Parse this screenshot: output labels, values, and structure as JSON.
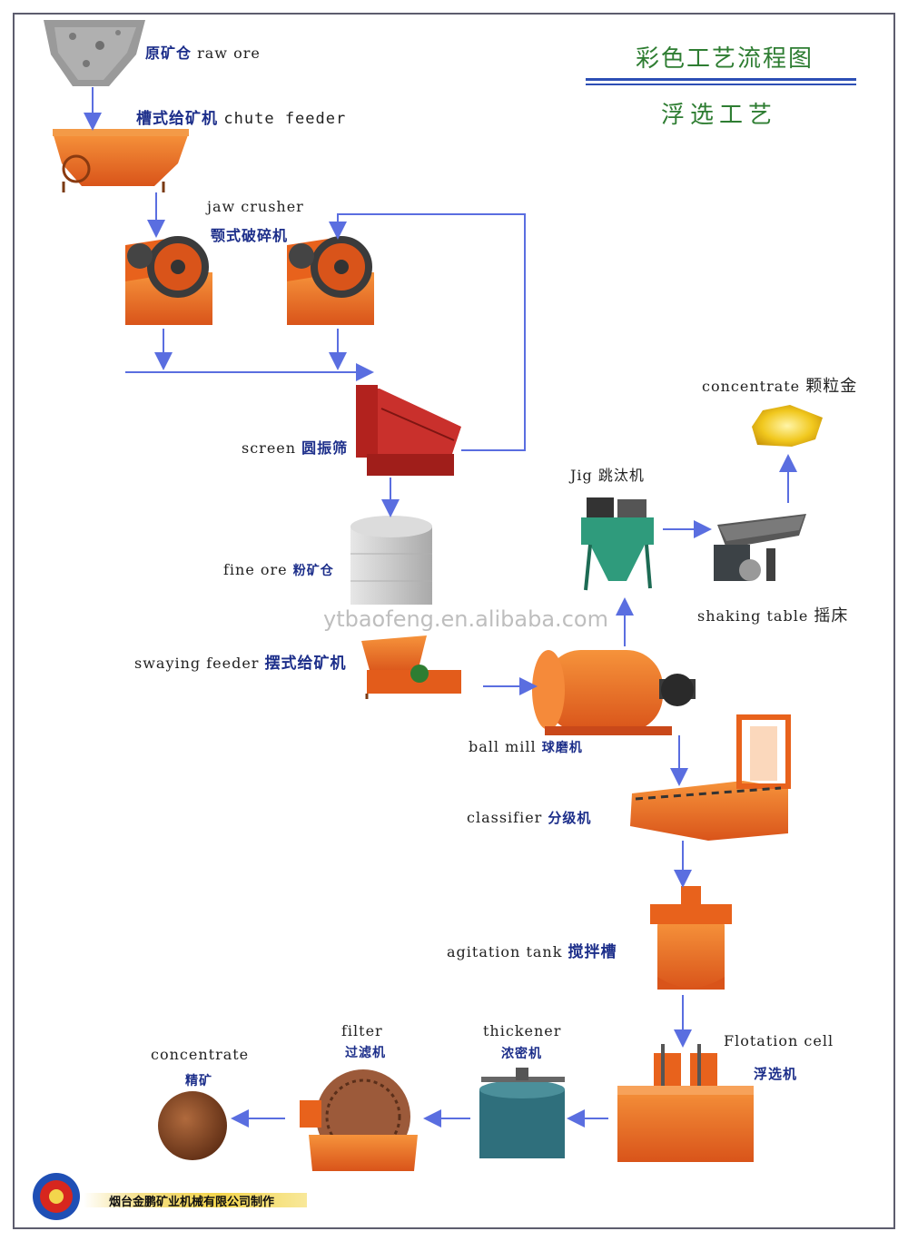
{
  "title": "彩色工艺流程图",
  "subtitle": "浮选工艺",
  "watermark": "ytbaofeng.en.alibaba.com",
  "footer": "烟台金鹏矿业机械有限公司制作",
  "colors": {
    "machine": "#e8621c",
    "arrow": "#5a6ee0",
    "title": "#2e7d32",
    "cn_label": "#1c2e8a"
  },
  "stages": {
    "raw_ore": {
      "cn": "原矿仓",
      "en": "raw ore"
    },
    "chute_feeder": {
      "cn": "槽式给矿机",
      "en": "chute feeder"
    },
    "jaw_crusher": {
      "cn": "颚式破碎机",
      "en": "jaw crusher"
    },
    "screen": {
      "cn": "圆振筛",
      "en": "screen"
    },
    "fine_ore": {
      "cn": "粉矿仓",
      "en": "fine ore"
    },
    "swaying_feeder": {
      "cn": "摆式给矿机",
      "en": "swaying feeder"
    },
    "ball_mill": {
      "cn": "球磨机",
      "en": "ball mill"
    },
    "jig": {
      "cn": "跳汰机",
      "en": "Jig"
    },
    "shaking_table": {
      "cn": "摇床",
      "en": "shaking table"
    },
    "concentrate_gold": {
      "cn": "颗粒金",
      "en": "concentrate"
    },
    "classifier": {
      "cn": "分级机",
      "en": "classifier"
    },
    "agitation_tank": {
      "cn": "搅拌槽",
      "en": "agitation tank"
    },
    "flotation_cell": {
      "cn": "浮选机",
      "en": "Flotation cell"
    },
    "thickener": {
      "cn": "浓密机",
      "en": "thickener"
    },
    "filter": {
      "cn": "过滤机",
      "en": "filter"
    },
    "concentrate": {
      "cn": "精矿",
      "en": "concentrate"
    }
  }
}
